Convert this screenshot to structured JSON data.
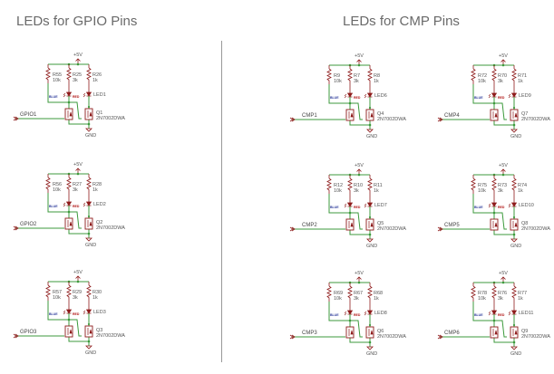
{
  "titles": {
    "gpio": "LEDs for GPIO Pins",
    "cmp": "LEDs for CMP Pins"
  },
  "common": {
    "supply": "+5V",
    "ground": "GND",
    "transistor_part": "2N7002DWA",
    "r_left_value": "10k",
    "r_mid_value": "3k",
    "r_right_value": "1k",
    "blue_label": "BLUE",
    "red_label": "RED"
  },
  "colors": {
    "wire": "#3c9a3c",
    "component": "#8e1b1b",
    "blue_led_label": "#2b3a9a",
    "red_led_label": "#b01010"
  },
  "circuits": [
    {
      "signal": "GPIO1",
      "r_left": "R55",
      "r_mid": "R25",
      "r_right": "R26",
      "led": "LED1",
      "q": "Q1"
    },
    {
      "signal": "GPIO2",
      "r_left": "R56",
      "r_mid": "R27",
      "r_right": "R28",
      "led": "LED2",
      "q": "Q2"
    },
    {
      "signal": "GPIO3",
      "r_left": "R57",
      "r_mid": "R29",
      "r_right": "R30",
      "led": "LED3",
      "q": "Q3"
    },
    {
      "signal": "CMP1",
      "r_left": "R9",
      "r_mid": "R7",
      "r_right": "R8",
      "led": "LED6",
      "q": "Q4"
    },
    {
      "signal": "CMP2",
      "r_left": "R12",
      "r_mid": "R10",
      "r_right": "R11",
      "led": "LED7",
      "q": "Q5"
    },
    {
      "signal": "CMP3",
      "r_left": "R69",
      "r_mid": "R67",
      "r_right": "R68",
      "led": "LED8",
      "q": "Q6"
    },
    {
      "signal": "CMP4",
      "r_left": "R72",
      "r_mid": "R70",
      "r_right": "R71",
      "led": "LED9",
      "q": "Q7"
    },
    {
      "signal": "CMP5",
      "r_left": "R75",
      "r_mid": "R73",
      "r_right": "R74",
      "led": "LED10",
      "q": "Q8"
    },
    {
      "signal": "CMP6",
      "r_left": "R78",
      "r_mid": "R76",
      "r_right": "R77",
      "led": "LED11",
      "q": "Q9"
    }
  ]
}
